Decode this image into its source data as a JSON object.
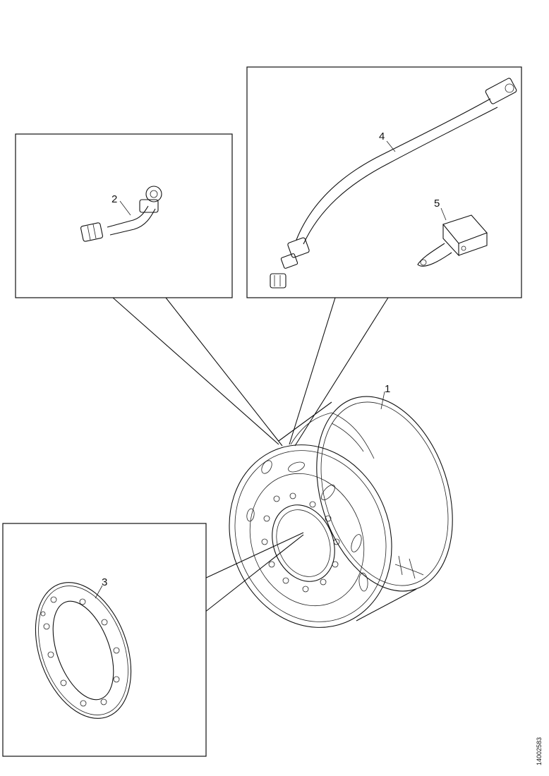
{
  "callouts": {
    "c1": "1",
    "c2": "2",
    "c3": "3",
    "c4": "4",
    "c5": "5"
  },
  "reference_code": "14002583"
}
